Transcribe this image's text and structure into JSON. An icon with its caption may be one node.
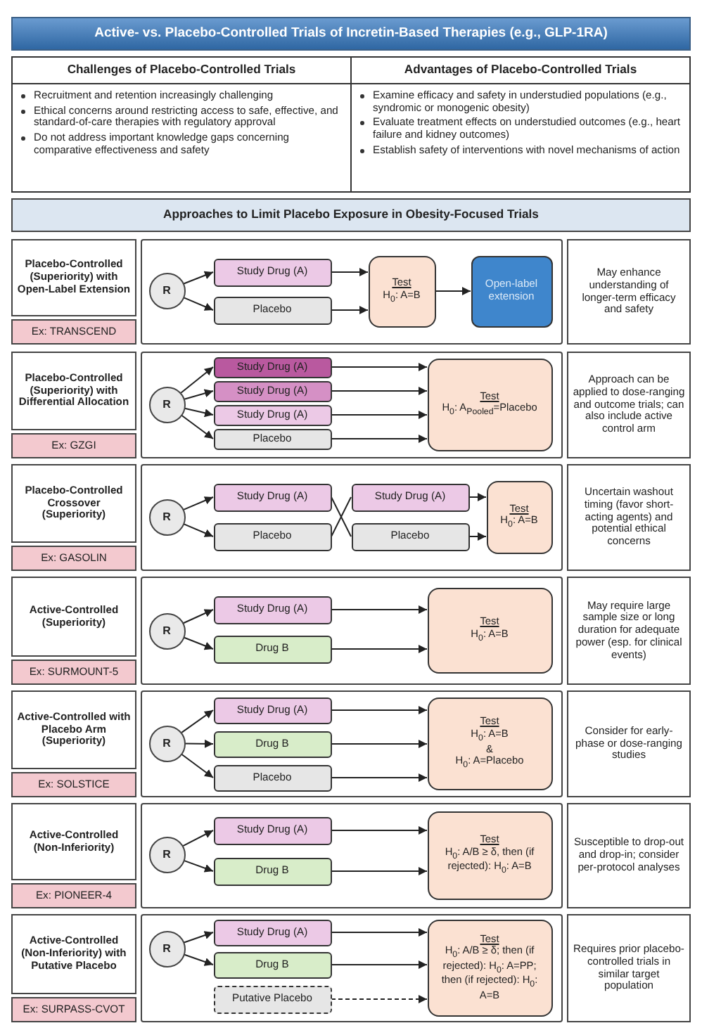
{
  "diagram": {
    "nodes": [
      {
        "text": [
          "Active- vs. Placebo-Controlled Trials of Incretin-Based Therapies (e.g., GLP-1RA)"
        ]
      },
      {
        "text": [
          "Challenges of Placebo-Controlled Trials",
          "Recruitment and retention increasingly challenging",
          "Ethical concerns around restricting access to safe, effective, and standard-of-care therapies with regulatory approval",
          "Do not address important knowledge gaps concerning comparative effectiveness and safety"
        ]
      },
      {
        "text": [
          "Advantages of Placebo-Controlled Trials",
          "Examine efficacy and safety in understudied populations (e.g., syndromic or monogenic obesity)",
          "Evaluate treatment effects on understudied outcomes (e.g., heart failure and kidney outcomes)",
          "Establish safety of interventions with novel mechanisms of action"
        ]
      },
      {
        "text": [
          "Approaches to Limit Placebo Exposure in Obesity-Focused Trials"
        ]
      },
      {
        "text": [
          "Placebo-Controlled (Superiority) with Open-Label Extension"
        ]
      },
      {
        "text": [
          "Ex: TRANSCEND"
        ]
      },
      {
        "text": [],
        "shape": "box"
      },
      {
        "text": [
          "R"
        ],
        "in": 6
      },
      {
        "text": [
          "Study Drug (A)"
        ],
        "in": 6
      },
      {
        "text": [
          "Placebo"
        ],
        "in": 6
      },
      {
        "text": [
          "Test",
          "H$_{0}$: A=B"
        ],
        "in": 6
      },
      {
        "text": [
          "Open-label extension"
        ],
        "in": 6
      },
      {
        "text": [
          "May enhance understanding of longer-term efficacy and safety"
        ]
      },
      {
        "text": [
          "Placebo-Controlled (Superiority) with Differential Allocation"
        ]
      },
      {
        "text": [
          "Ex: GZGI"
        ]
      },
      {
        "text": [],
        "shape": "box"
      },
      {
        "text": [
          "R"
        ],
        "in": 15
      },
      {
        "text": [
          "Study Drug (A)"
        ],
        "in": 15
      },
      {
        "text": [
          "Study Drug (A)"
        ],
        "in": 15
      },
      {
        "text": [
          "Study Drug (A)"
        ],
        "in": 15
      },
      {
        "text": [
          "Placebo"
        ],
        "in": 15
      },
      {
        "text": [
          "Test",
          "H$_{0}$: A$_{Pooled}$=Placebo"
        ],
        "in": 15
      },
      {
        "text": [
          "Approach can be applied to dose-ranging and outcome trials; can also include active control arm"
        ]
      },
      {
        "text": [
          "Placebo-Controlled Crossover (Superiority)"
        ]
      },
      {
        "text": [
          "Ex: GASOLIN"
        ]
      },
      {
        "text": [],
        "shape": "box"
      },
      {
        "text": [
          "R"
        ],
        "in": 25
      },
      {
        "text": [
          "Study Drug (A)"
        ],
        "in": 25
      },
      {
        "text": [
          "Placebo"
        ],
        "in": 25
      },
      {
        "text": [
          "Study Drug (A)"
        ],
        "in": 25
      },
      {
        "text": [
          "Placebo"
        ],
        "in": 25
      },
      {
        "text": [
          "Test",
          "H$_{0}$: A=B"
        ],
        "in": 25
      },
      {
        "text": [
          "Uncertain washout timing (favor short-acting agents) and potential ethical concerns"
        ]
      },
      {
        "text": [
          "Active-Controlled (Superiority)"
        ]
      },
      {
        "text": [
          "Ex: SURMOUNT-5"
        ]
      },
      {
        "text": [],
        "shape": "box"
      },
      {
        "text": [
          "R"
        ],
        "in": 35
      },
      {
        "text": [
          "Study Drug (A)"
        ],
        "in": 35
      },
      {
        "text": [
          "Drug B"
        ],
        "in": 35
      },
      {
        "text": [
          "Test",
          "H$_{0}$: A=B"
        ],
        "in": 35
      },
      {
        "text": [
          "May require large sample size or long duration for adequate power (esp. for clinical events)"
        ]
      },
      {
        "text": [
          "Active-Controlled with Placebo Arm (Superiority)"
        ]
      },
      {
        "text": [
          "Ex: SOLSTICE"
        ]
      },
      {
        "text": [],
        "shape": "box"
      },
      {
        "text": [
          "R"
        ],
        "in": 43
      },
      {
        "text": [
          "Study Drug (A)"
        ],
        "in": 43
      },
      {
        "text": [
          "Drug B"
        ],
        "in": 43
      },
      {
        "text": [
          "Placebo"
        ],
        "in": 43
      },
      {
        "text": [
          "Test",
          "H$_{0}$: A=B",
          "&",
          "H$_{0}$: A=Placebo"
        ],
        "in": 43
      },
      {
        "text": [
          "Consider for early-phase or dose-ranging studies"
        ]
      },
      {
        "text": [
          "Active-Controlled (Non-Inferiority)"
        ]
      },
      {
        "text": [
          "Ex: PIONEER-4"
        ]
      },
      {
        "text": [],
        "shape": "box"
      },
      {
        "text": [
          "R"
        ],
        "in": 52
      },
      {
        "text": [
          "Study Drug (A)"
        ],
        "in": 52
      },
      {
        "text": [
          "Drug B"
        ],
        "in": 52
      },
      {
        "text": [
          "Test",
          "H$_{0}$: A/B ≥ δ, then (if rejected): H$_{0}$: A=B"
        ],
        "in": 52
      },
      {
        "text": [
          "Susceptible to drop-out and drop-in; consider per-protocol analyses"
        ]
      },
      {
        "text": [
          "Active-Controlled (Non-Inferiority) with Putative Placebo"
        ]
      },
      {
        "text": [
          "Ex: SURPASS-CVOT"
        ]
      },
      {
        "text": [],
        "shape": "box"
      },
      {
        "text": [
          "R"
        ],
        "in": 60
      },
      {
        "text": [
          "Study Drug (A)"
        ],
        "in": 60
      },
      {
        "text": [
          "Drug B"
        ],
        "in": 60
      },
      {
        "text": [
          "Putative Placebo"
        ],
        "in": 60
      },
      {
        "text": [
          "Test",
          "H$_{0}$: A/B ≥ δ; then (if rejected): H$_{0}$: A=PP; then (if rejected): H$_{0}$: A=B"
        ],
        "in": 60
      },
      {
        "text": [
          "Requires prior placebo-controlled trials in similar target population"
        ]
      }
    ],
    "edges": [
      {
        "from": 7,
        "to": 8,
        "arrow": "to"
      },
      {
        "from": 7,
        "to": 9,
        "arrow": "to"
      },
      {
        "from": 8,
        "to": 10,
        "arrow": "to"
      },
      {
        "from": 9,
        "to": 10,
        "arrow": "to"
      },
      {
        "from": 10,
        "to": 11,
        "arrow": "to"
      },
      {
        "from": 16,
        "to": 17,
        "arrow": "to"
      },
      {
        "from": 16,
        "to": 18,
        "arrow": "to"
      },
      {
        "from": 16,
        "to": 19,
        "arrow": "to"
      },
      {
        "from": 16,
        "to": 20,
        "arrow": "to"
      },
      {
        "from": 17,
        "to": 21,
        "arrow": "to"
      },
      {
        "from": 18,
        "to": 21,
        "arrow": "to"
      },
      {
        "from": 19,
        "to": 21,
        "arrow": "to"
      },
      {
        "from": 20,
        "to": 21,
        "arrow": "to"
      },
      {
        "from": 26,
        "to": 27,
        "arrow": "to"
      },
      {
        "from": 26,
        "to": 28,
        "arrow": "to"
      },
      {
        "from": 27,
        "to": 30,
        "arrow": "none"
      },
      {
        "from": 28,
        "to": 29,
        "arrow": "none"
      },
      {
        "from": 29,
        "to": 31,
        "arrow": "to"
      },
      {
        "from": 30,
        "to": 31,
        "arrow": "to"
      },
      {
        "from": 36,
        "to": 37,
        "arrow": "to"
      },
      {
        "from": 36,
        "to": 38,
        "arrow": "to"
      },
      {
        "from": 37,
        "to": 39,
        "arrow": "to"
      },
      {
        "from": 38,
        "to": 39,
        "arrow": "to"
      },
      {
        "from": 44,
        "to": 45,
        "arrow": "to"
      },
      {
        "from": 44,
        "to": 46,
        "arrow": "to"
      },
      {
        "from": 44,
        "to": 47,
        "arrow": "to"
      },
      {
        "from": 45,
        "to": 48,
        "arrow": "to"
      },
      {
        "from": 46,
        "to": 48,
        "arrow": "to"
      },
      {
        "from": 47,
        "to": 48,
        "arrow": "to"
      },
      {
        "from": 53,
        "to": 54,
        "arrow": "to"
      },
      {
        "from": 53,
        "to": 55,
        "arrow": "to"
      },
      {
        "from": 54,
        "to": 56,
        "arrow": "to"
      },
      {
        "from": 55,
        "to": 56,
        "arrow": "to"
      },
      {
        "from": 61,
        "to": 62,
        "arrow": "to"
      },
      {
        "from": 61,
        "to": 63,
        "arrow": "to"
      },
      {
        "from": 62,
        "to": 65,
        "arrow": "to"
      },
      {
        "from": 63,
        "to": 65,
        "arrow": "to"
      },
      {
        "from": 64,
        "to": 65,
        "arrow": "to",
        "style": "dashed"
      }
    ]
  }
}
